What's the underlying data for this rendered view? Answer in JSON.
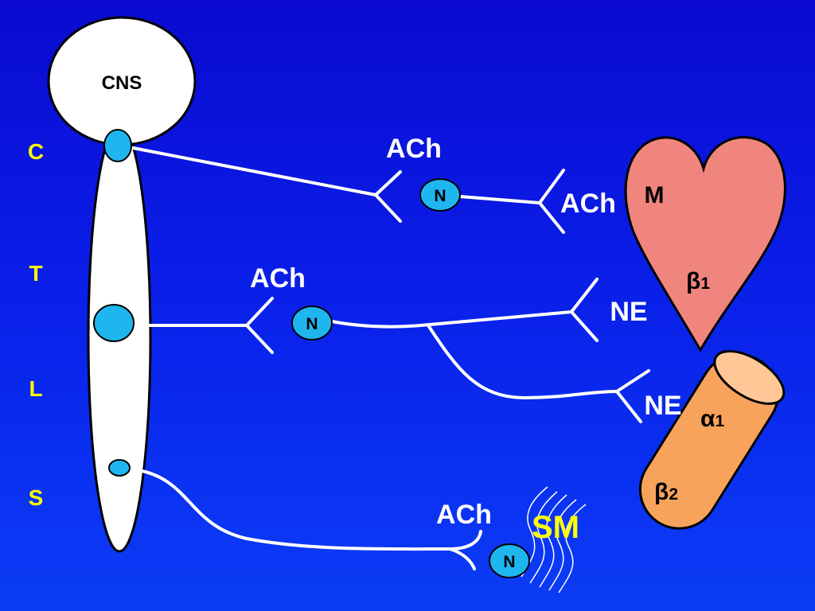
{
  "cns": "CNS",
  "segments": {
    "c": "C",
    "t": "T",
    "l": "L",
    "s": "S"
  },
  "nodes": {
    "n1": "N",
    "n2": "N",
    "n3": "N"
  },
  "transmitters": {
    "pre_heart": "ACh",
    "post_heart": "ACh",
    "pre_symp": "ACh",
    "post_heart_ne": "NE",
    "post_vessel_ne": "NE",
    "pre_sacral": "ACh"
  },
  "targets": {
    "heart": "M",
    "smooth_muscle": "SM"
  },
  "receptors": {
    "heart_beta": "β",
    "heart_beta_sub": "1",
    "vessel_alpha": "α",
    "vessel_alpha_sub": "1",
    "vessel_beta": "β",
    "vessel_beta_sub": "2"
  },
  "colors": {
    "background": "#0a22e6",
    "node_fill": "#1fb6ef",
    "segment_text": "#ffff00",
    "heart_fill": "#f0857e",
    "vessel_fill": "#f7a35c",
    "vessel_cap": "#ffc896",
    "sm_text": "#ffff00"
  }
}
